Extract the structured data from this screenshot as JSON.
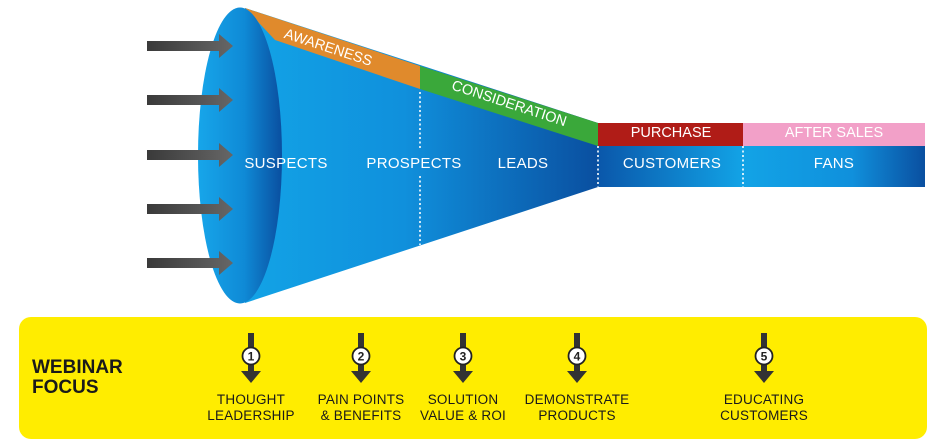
{
  "funnel": {
    "stages": [
      {
        "label": "SUSPECTS"
      },
      {
        "label": "PROSPECTS"
      },
      {
        "label": "LEADS"
      },
      {
        "label": "CUSTOMERS"
      },
      {
        "label": "FANS"
      }
    ],
    "bands": [
      {
        "label": "AWARENESS",
        "color": "#e08a2c"
      },
      {
        "label": "CONSIDERATION",
        "color": "#3aa83a"
      },
      {
        "label": "PURCHASE",
        "color": "#b01c17"
      },
      {
        "label": "AFTER SALES",
        "color": "#f2a0c8"
      }
    ],
    "input_arrows": 5,
    "colors": {
      "blue_light": "#12a3e6",
      "blue_dark": "#0a4fa0",
      "arrow": "#4a4a4a"
    }
  },
  "webinar_focus": {
    "title_line1": "WEBINAR",
    "title_line2": "FOCUS",
    "background": "#ffed00",
    "steps": [
      {
        "number": "1",
        "line1": "THOUGHT",
        "line2": "LEADERSHIP"
      },
      {
        "number": "2",
        "line1": "PAIN POINTS",
        "line2": "& BENEFITS"
      },
      {
        "number": "3",
        "line1": "SOLUTION",
        "line2": "VALUE & ROI"
      },
      {
        "number": "4",
        "line1": "DEMONSTRATE",
        "line2": "PRODUCTS"
      },
      {
        "number": "5",
        "line1": "EDUCATING",
        "line2": "CUSTOMERS"
      }
    ]
  }
}
